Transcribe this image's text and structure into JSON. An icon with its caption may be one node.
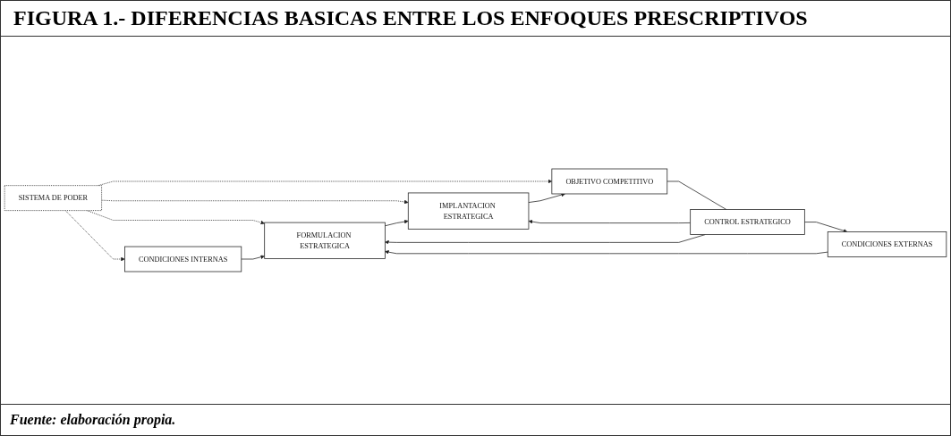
{
  "diagram": {
    "title": "FIGURA 1.- DIFERENCIAS BASICAS ENTRE LOS ENFOQUES PRESCRIPTIVOS",
    "caption": "Fuente: elaboración propia.",
    "nodes": [
      {
        "text": [
          "SISTEMA DE PODER"
        ]
      },
      {
        "text": [
          "CONDICIONES INTERNAS"
        ]
      },
      {
        "text": [
          "CONDICIONES EXTERNAS"
        ]
      },
      {
        "text": [
          "FORMULACION ESTRATEGICA"
        ]
      },
      {
        "text": [
          "IMPLANTACION ESTRATEGICA"
        ]
      },
      {
        "text": [
          "OBJETIVO COMPETITIVO"
        ]
      },
      {
        "text": [
          "CONTROL ESTRATEGICO"
        ]
      }
    ],
    "edges": [
      {
        "from": 0,
        "to": 1,
        "arrow": "to",
        "style": "dashed"
      },
      {
        "from": 0,
        "to": 3,
        "arrow": "to",
        "style": "dashed"
      },
      {
        "from": 0,
        "to": 4,
        "arrow": "to",
        "style": "dashed"
      },
      {
        "from": 0,
        "to": 5,
        "arrow": "to",
        "style": "dashed"
      },
      {
        "from": 1,
        "to": 3,
        "arrow": "to"
      },
      {
        "from": 2,
        "to": 3,
        "arrow": "to"
      },
      {
        "from": 3,
        "to": 4,
        "arrow": "to"
      },
      {
        "from": 4,
        "to": 5,
        "arrow": "to"
      },
      {
        "from": 5,
        "to": 6,
        "arrow": "none"
      },
      {
        "from": 6,
        "to": 4,
        "arrow": "to"
      },
      {
        "from": 6,
        "to": 3,
        "arrow": "to"
      },
      {
        "from": 6,
        "to": 2,
        "arrow": "to"
      }
    ]
  }
}
